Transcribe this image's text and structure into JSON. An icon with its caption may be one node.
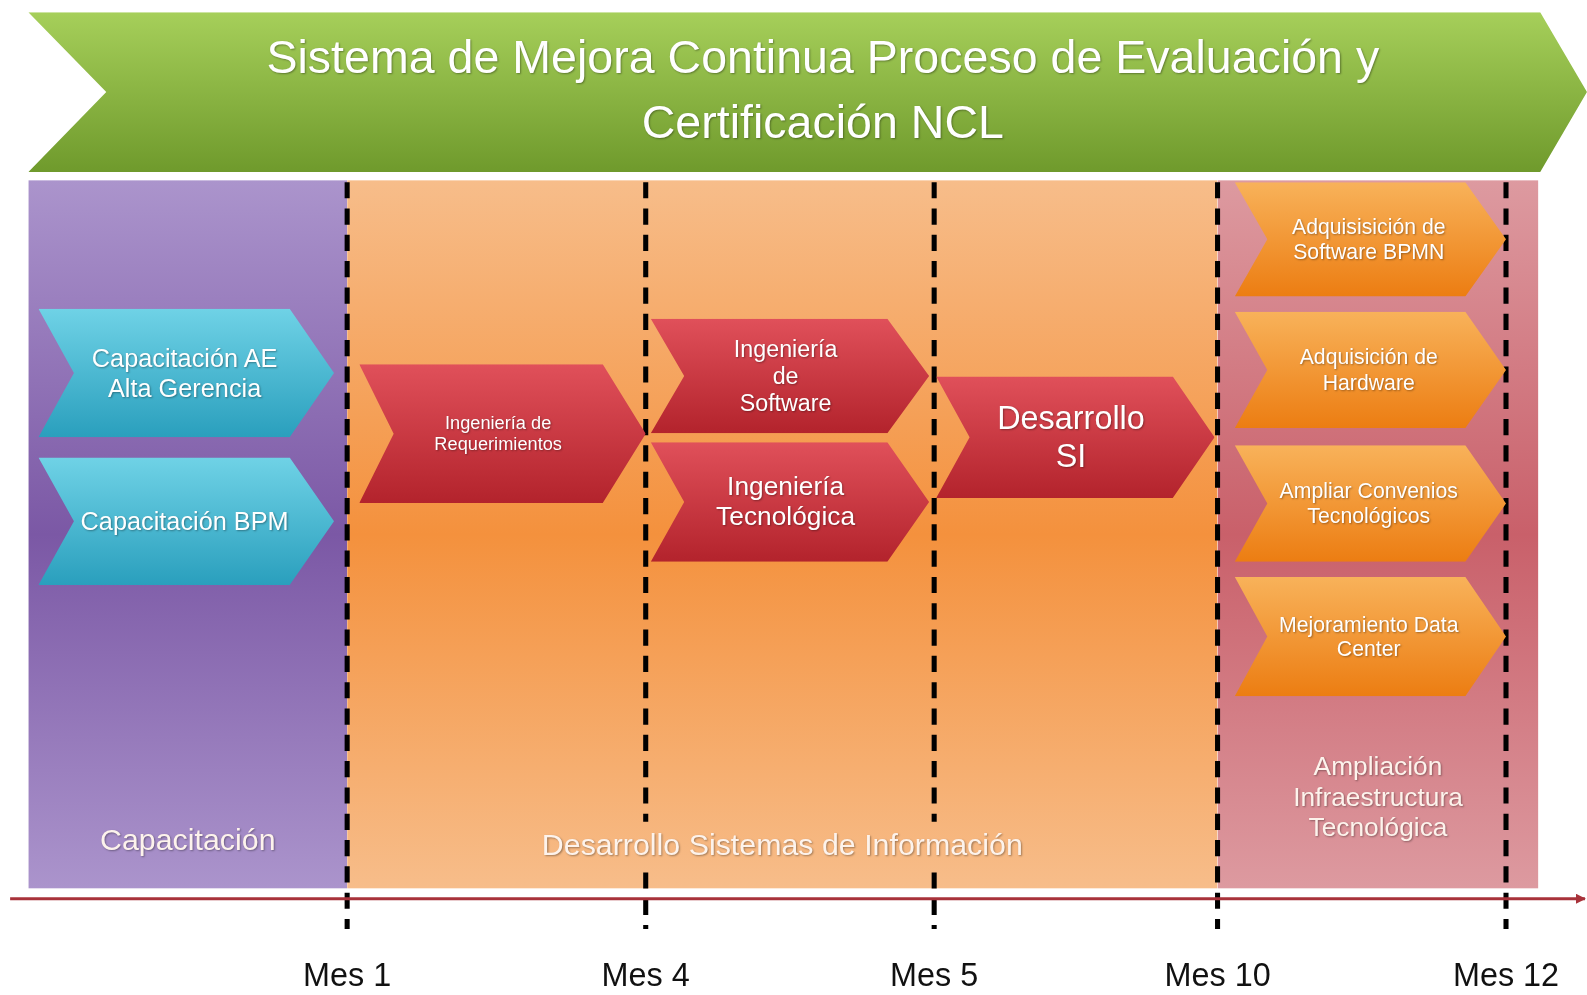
{
  "diagram": {
    "title": "Sistema de Mejora Continua Proceso de Evaluación y Certificación NCL",
    "nodes": [
      {
        "text": [
          "Capacitación"
        ]
      },
      {
        "text": [
          "Capacitación AE Alta Gerencia"
        ],
        "in": 0
      },
      {
        "text": [
          "Capacitación BPM"
        ],
        "in": 0
      },
      {
        "text": [
          "Desarrollo Sistemas de Información"
        ]
      },
      {
        "text": [
          "Ingeniería de Requerimientos"
        ],
        "in": 3
      },
      {
        "text": [
          "Ingeniería de Software"
        ],
        "in": 3
      },
      {
        "text": [
          "Ingeniería Tecnológica"
        ],
        "in": 3
      },
      {
        "text": [
          "Desarrollo SI"
        ],
        "in": 3
      },
      {
        "text": [
          "Ampliación Infraestructura Tecnológica"
        ]
      },
      {
        "text": [
          "Adquisisición de Software BPMN"
        ],
        "in": 8
      },
      {
        "text": [
          "Adquisición de Hardware"
        ],
        "in": 8
      },
      {
        "text": [
          "Ampliar Convenios Tecnológicos"
        ],
        "in": 8
      },
      {
        "text": [
          "Mejoramiento Data Center"
        ],
        "in": 8
      }
    ],
    "edges": [],
    "labels": [
      "Mes 1",
      "Mes 4",
      "Mes 5",
      "Mes 10",
      "Mes 12"
    ]
  }
}
